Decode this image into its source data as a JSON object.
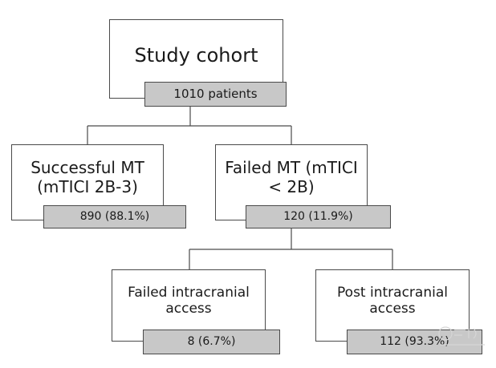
{
  "root": {
    "title": "Study cohort",
    "count": "1010 patients"
  },
  "level1": {
    "left": {
      "title": "Successful MT\n(mTICI 2B-3)",
      "count": "890 (88.1%)"
    },
    "right": {
      "title": "Failed MT (mTICI\n< 2B)",
      "count": "120 (11.9%)"
    }
  },
  "level2": {
    "left": {
      "title": "Failed intracranial\naccess",
      "count": "8 (6.7%)"
    },
    "right": {
      "title": "Post intracranial\naccess",
      "count": "112 (93.3%)"
    }
  },
  "colors": {
    "box_border": "#4a4a4a",
    "tag_fill": "#c8c8c8",
    "connector": "#4a4a4a"
  }
}
